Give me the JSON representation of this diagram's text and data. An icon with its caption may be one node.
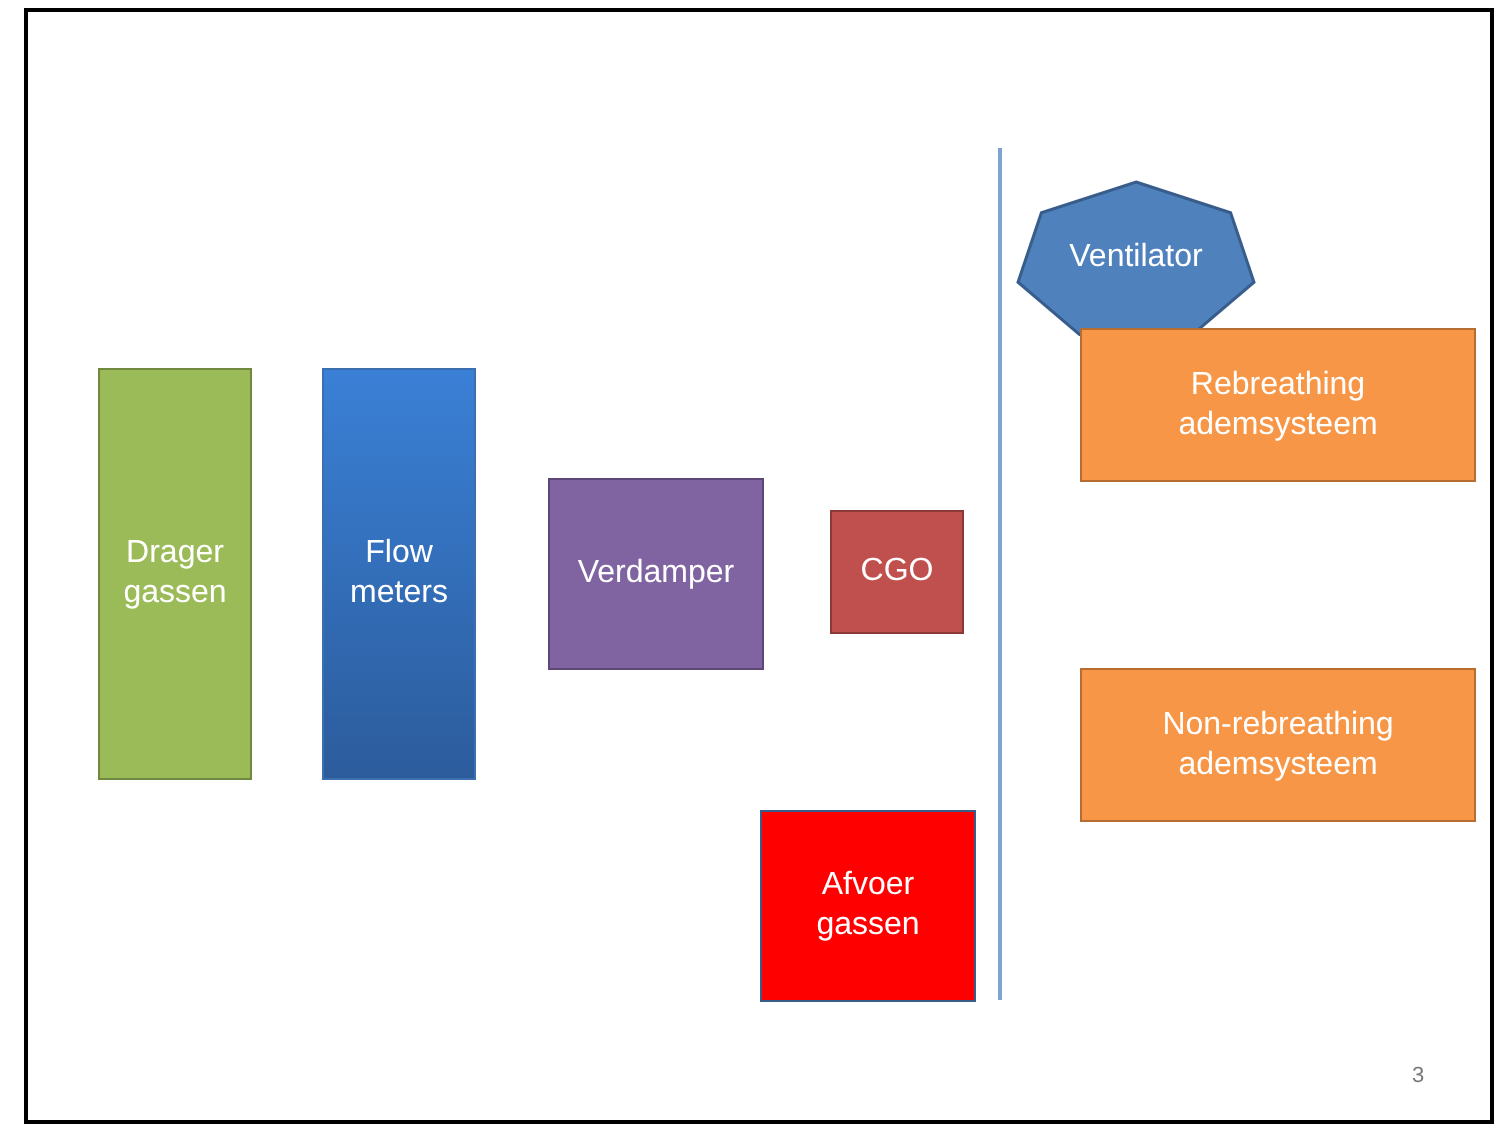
{
  "diagram": {
    "nodes": [
      {
        "text": [
          "Drager gassen"
        ]
      },
      {
        "text": [
          "Flow meters"
        ]
      },
      {
        "text": [
          "Verdamper"
        ]
      },
      {
        "text": [
          "CGO"
        ]
      },
      {
        "text": [
          "Afvoer gassen"
        ]
      },
      {
        "text": [
          "Ventilator"
        ]
      },
      {
        "text": [
          "Rebreathing ademsysteem"
        ]
      },
      {
        "text": [
          "Non-rebreathing ademsysteem"
        ]
      }
    ],
    "edges": [],
    "labels": [
      "3"
    ]
  }
}
